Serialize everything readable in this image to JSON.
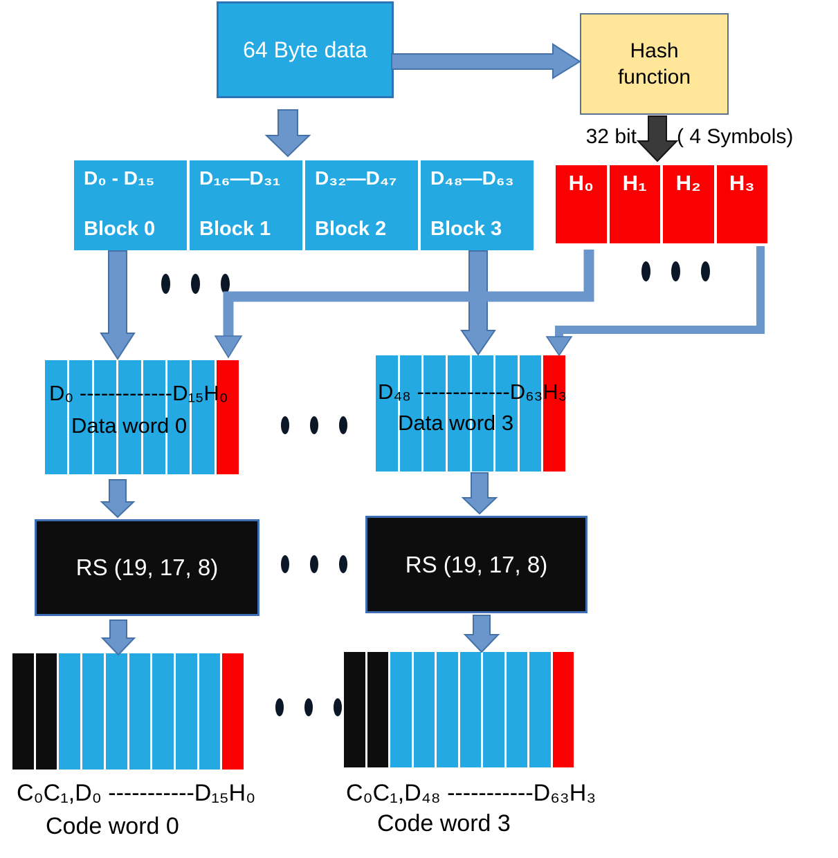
{
  "colors": {
    "blue": "#24A9E2",
    "red": "#FA0000",
    "black": "#0D0D0D",
    "yellow": "#FFE699",
    "box_border": "#2E74B5",
    "hash_border": "#5B7390",
    "rs_border": "#3D6EB4",
    "arrow": "#6B96CC",
    "arrow_border": "#4472A8",
    "dark_arrow": "#3A3A3A",
    "dots": "#0B1626"
  },
  "top": {
    "data_box_label": "64 Byte data",
    "hash_box_label": "Hash function",
    "hash_output_left": "32 bit",
    "hash_output_right": "( 4 Symbols)"
  },
  "blocks": [
    {
      "range": "D₀ - D₁₅",
      "name": "Block 0"
    },
    {
      "range": "D₁₆—D₃₁",
      "name": "Block 1"
    },
    {
      "range": "D₃₂—D₄₇",
      "name": "Block 2"
    },
    {
      "range": "D₄₈—D₆₃",
      "name": "Block 3"
    }
  ],
  "hash_symbols": [
    {
      "label": "H₀"
    },
    {
      "label": "H₁"
    },
    {
      "label": "H₂"
    },
    {
      "label": "H₃"
    }
  ],
  "data_words": [
    {
      "range": "D₀  -------------D₁₅H₀",
      "name": "Data word 0"
    },
    {
      "range": "D₄₈ -------------D₆₃H₃",
      "name": "Data word 3"
    }
  ],
  "rs_encoders": [
    {
      "label": "RS (19, 17, 8)"
    },
    {
      "label": "RS (19, 17, 8)"
    }
  ],
  "code_words": [
    {
      "range": "C₀C₁,D₀  -----------D₁₅H₀",
      "name": "Code word 0"
    },
    {
      "range": "C₀C₁,D₄₈ -----------D₆₃H₃",
      "name": "Code word 3"
    }
  ]
}
